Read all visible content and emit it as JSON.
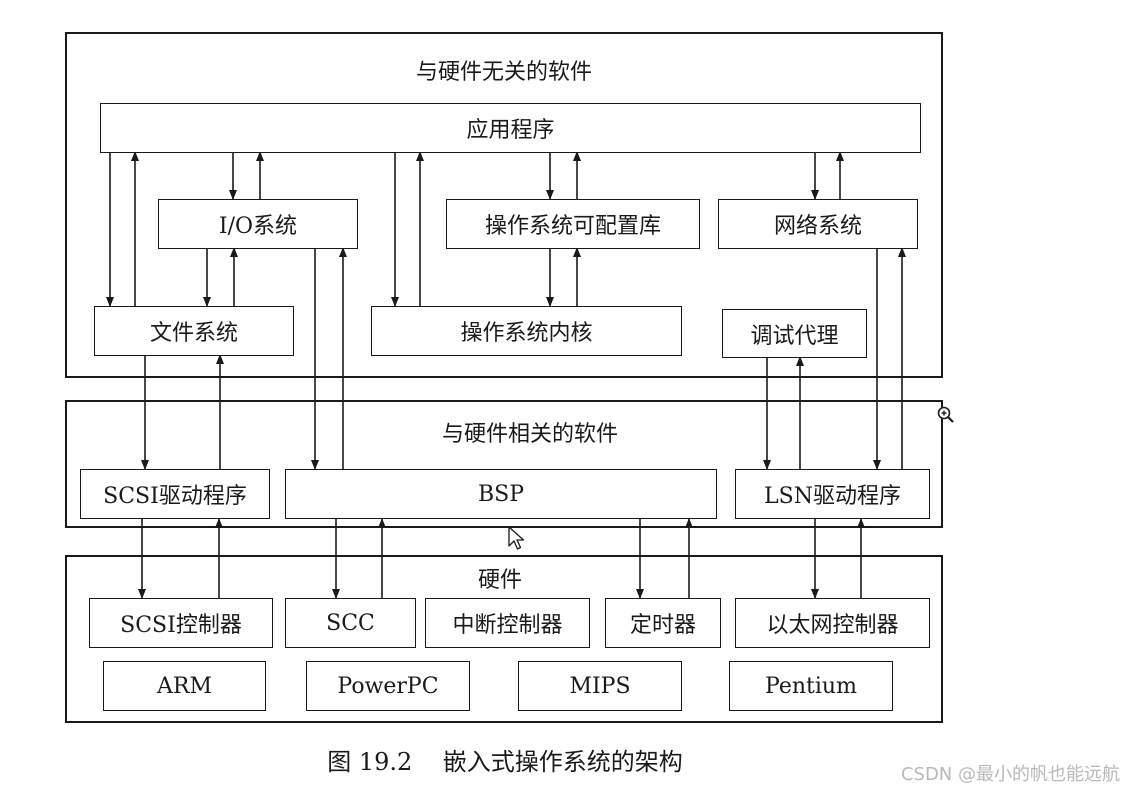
{
  "sections": {
    "independent": "与硬件无关的软件",
    "dependent": "与硬件相关的软件",
    "hardware": "硬件"
  },
  "boxes": {
    "app": "应用程序",
    "io": "I/O系统",
    "os_config": "操作系统可配置库",
    "network": "网络系统",
    "filesystem": "文件系统",
    "kernel": "操作系统内核",
    "debug_agent": "调试代理",
    "scsi_driver": "SCSI驱动程序",
    "bsp": "BSP",
    "lsn_driver": "LSN驱动程序",
    "scsi_ctrl": "SCSI控制器",
    "scc": "SCC",
    "interrupt_ctrl": "中断控制器",
    "timer": "定时器",
    "ethernet_ctrl": "以太网控制器",
    "arm": "ARM",
    "powerpc": "PowerPC",
    "mips": "MIPS",
    "pentium": "Pentium"
  },
  "caption": "图 19.2    嵌入式操作系统的架构",
  "watermark": "CSDN @最小的帆也能远航",
  "icons": [
    "zoom-in-cursor-icon",
    "arrow-cursor-icon"
  ]
}
